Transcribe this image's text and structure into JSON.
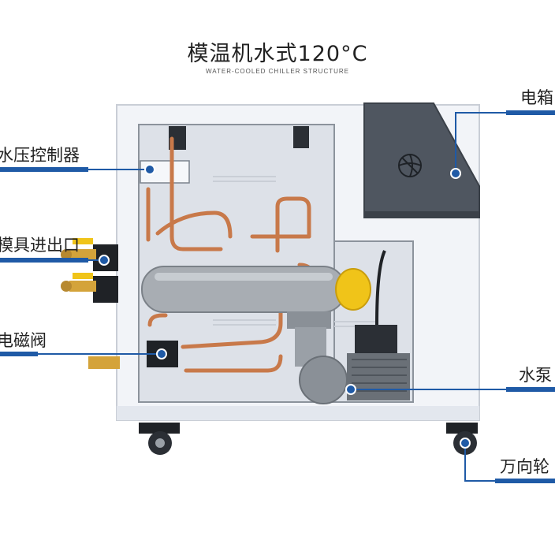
{
  "header": {
    "title": "模温机水式120°C",
    "subtitle": "WATER-COOLED CHILLER STRUCTURE"
  },
  "callouts": {
    "water_pressure_controller": "水压控制器",
    "mold_inlet_outlet": "模具进出口",
    "solenoid_valve": "电磁阀",
    "electric_box": "电箱",
    "water_pump": "水泵",
    "caster_wheel": "万向轮"
  },
  "colors": {
    "accent": "#1f5aa6",
    "cabinet": "#f2f4f8",
    "panel": "#4f5660",
    "copper": "#c8794a",
    "heater_tank": "#a8adb3",
    "yellow_cap": "#f0c419"
  }
}
